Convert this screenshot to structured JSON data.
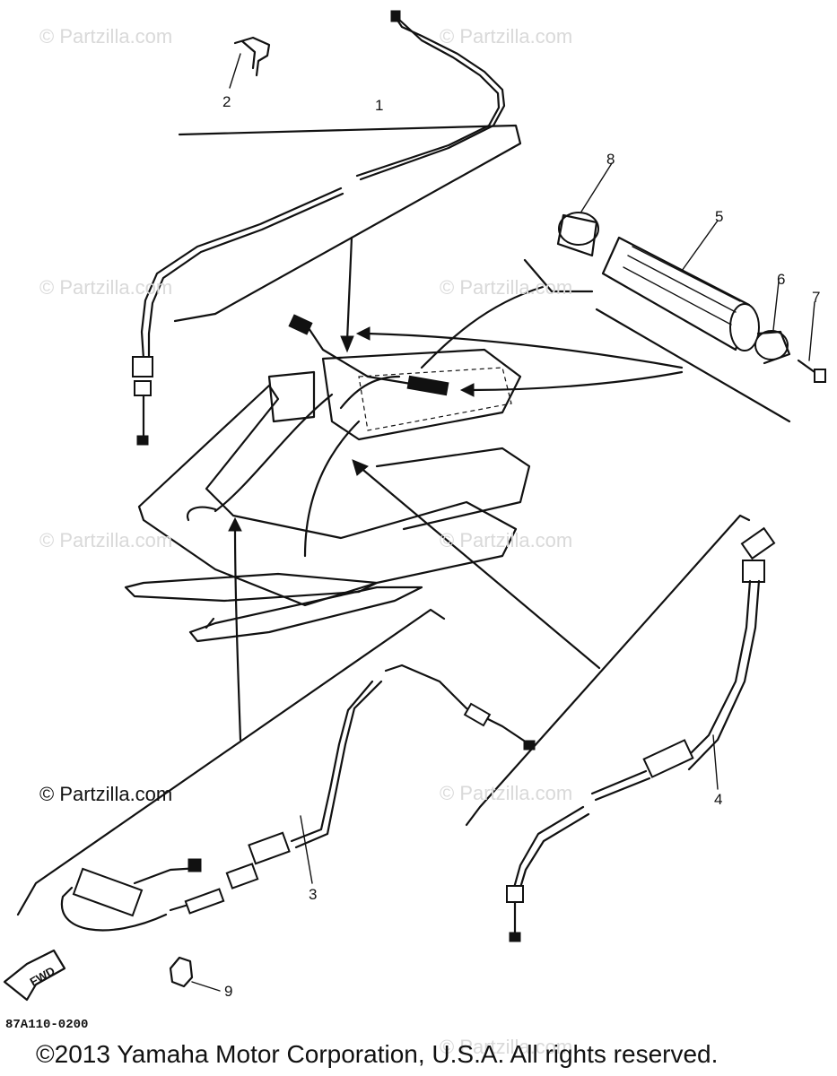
{
  "watermarks": [
    "© Partzilla.com",
    "© Partzilla.com",
    "© Partzilla.com",
    "© Partzilla.com",
    "© Partzilla.com",
    "© Partzilla.com",
    "© Partzilla.com",
    "© Partzilla.com"
  ],
  "callouts": {
    "c1": "1",
    "c2": "2",
    "c3": "3",
    "c4": "4",
    "c5": "5",
    "c6": "6",
    "c7": "7",
    "c8": "8",
    "c9": "9"
  },
  "fwd_label": "FWD",
  "partzilla_credit": "© Partzilla.com",
  "diagram_code": "87A110-0200",
  "copyright": "©2013  Yamaha Motor Corporation, U.S.A. All rights reserved."
}
